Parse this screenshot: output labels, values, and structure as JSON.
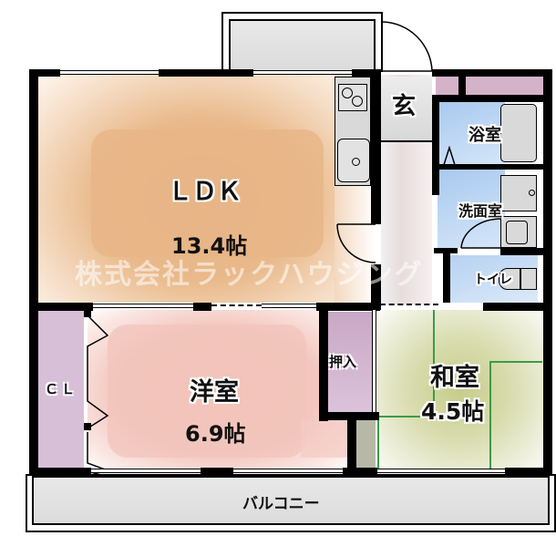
{
  "floorplan": {
    "rooms": {
      "ldk": {
        "name": "ＬＤＫ",
        "size": "13.4帖",
        "color": "#e9b98a"
      },
      "western": {
        "name": "洋室",
        "size": "6.9帖",
        "color": "#f2c4bb"
      },
      "japanese": {
        "name": "和室",
        "size": "4.5帖",
        "color": "#d9ddb0"
      },
      "closet": {
        "name": "ＣＬ",
        "color": "#d9bfd8"
      },
      "oshiire": {
        "name": "押入",
        "color": "#d9bfd8"
      },
      "entrance": {
        "name": "玄"
      },
      "bath": {
        "name": "浴室",
        "color": "#b8d4f0"
      },
      "washroom": {
        "name": "洗面室",
        "color": "#b8d4f0"
      },
      "toilet": {
        "name": "トイレ",
        "color": "#b8d4f0"
      },
      "balcony": {
        "name": "バルコニー",
        "color": "#e6e6e6"
      }
    },
    "watermark": "株式会社ラックハウジング"
  }
}
